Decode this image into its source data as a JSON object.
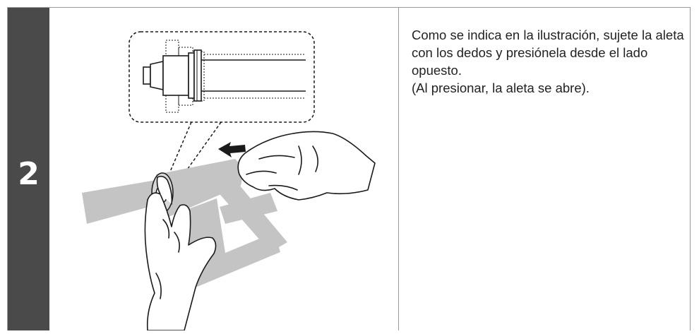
{
  "step": {
    "number": "2"
  },
  "instruction": {
    "line1": "Como se indica en la ilustración, sujete la aleta con los dedos y presiónela desde el lado opuesto.",
    "line2": "(Al presionar, la aleta se abre)."
  },
  "illustration": {
    "icon": "roll-holder-flange-press-illustration"
  },
  "colors": {
    "step_bar": "#4a4a4a",
    "step_text": "#ffffff",
    "roll_gray": "#c4c4c4",
    "line": "#1a1a1a"
  }
}
